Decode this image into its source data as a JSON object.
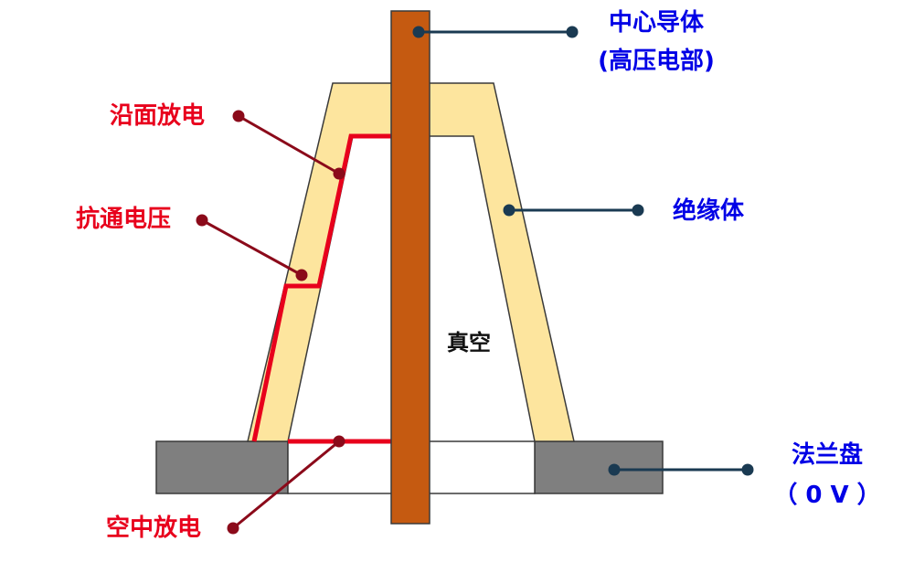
{
  "labels": {
    "center_conductor": "中心导体",
    "center_conductor_sub": "(高压电部)",
    "insulator": "绝缘体",
    "flange": "法兰盘",
    "flange_sub": "（ 0 V ）",
    "vacuum": "真空",
    "surface_discharge": "沿面放电",
    "through_voltage": "抗通电压",
    "space_discharge": "空中放电"
  },
  "colors": {
    "insulator_fill": "#fde59e",
    "conductor_fill": "#c55a11",
    "flange_fill": "#7f7f7f",
    "discharge_path": "#e8001c",
    "red_label": "#e8001c",
    "red_leader": "#8b0a1a",
    "blue_label": "#0000e6",
    "blue_leader": "#1a3a52"
  }
}
